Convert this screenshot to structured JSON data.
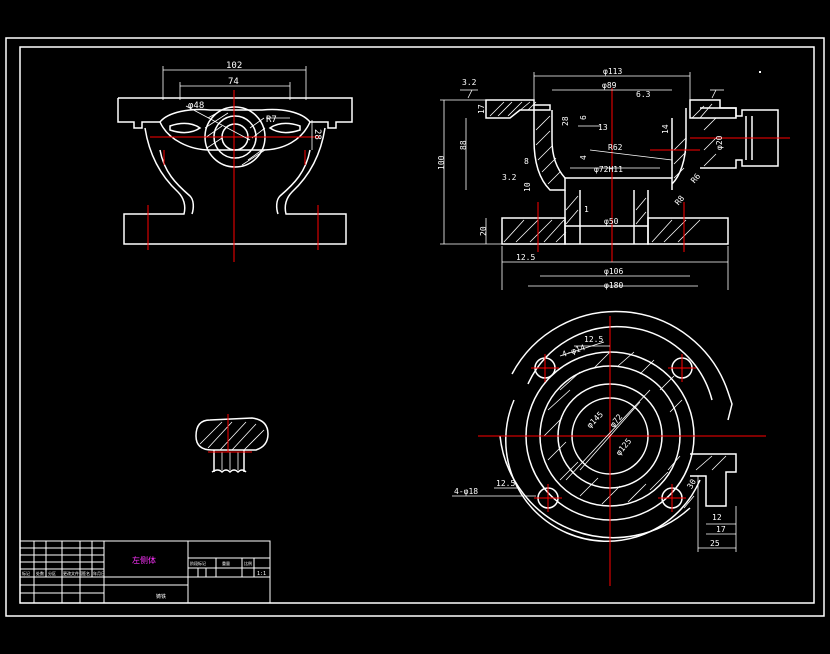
{
  "colors": {
    "background": "#000000",
    "outline": "#ffffff",
    "centerline": "#ff0000",
    "title_text": "#ff33ff"
  },
  "drawing": {
    "top_view": {
      "dims": [
        "102",
        "74",
        "φ48",
        "R7",
        "28"
      ]
    },
    "front_section": {
      "dims": [
        "3.2",
        "φ113",
        "φ89",
        "6.3",
        "17",
        "28",
        "6",
        "13",
        "14",
        "R62",
        "φ20",
        "4",
        "φ72H11",
        "8",
        "100",
        "88",
        "3.2",
        "10",
        "R8",
        "R6",
        "1",
        "φ50",
        "20",
        "12.5",
        "φ106",
        "φ180"
      ]
    },
    "bottom_view": {
      "dims": [
        "12.5",
        "4-φ14",
        "φ145",
        "φ72",
        "φ125",
        "12.5",
        "4-φ18",
        "30",
        "12",
        "17",
        "25"
      ]
    }
  },
  "title_block": {
    "part_name": "左侧体",
    "material": "铸铁",
    "header_cells": [
      "标记",
      "处数",
      "分区",
      "更改文件号",
      "签名",
      "年月日"
    ],
    "right_headers": [
      "阶段标记",
      "重量",
      "比例"
    ],
    "scale": "1:1"
  }
}
